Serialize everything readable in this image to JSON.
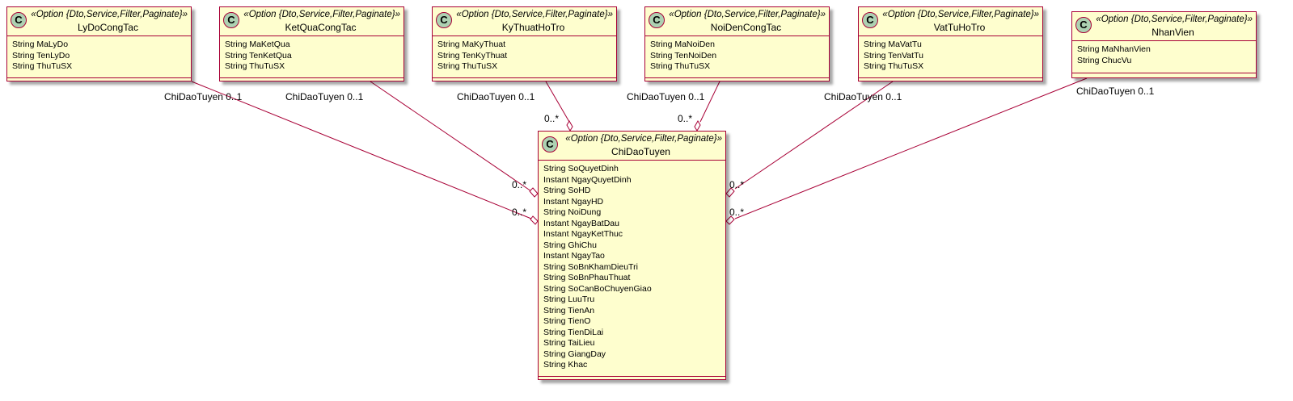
{
  "stereotype_text": "«Option {Dto,Service,Filter,Paginate}»",
  "class_icon_letter": "C",
  "colors": {
    "class_fill": "#FEFECE",
    "border": "#A80036",
    "icon_fill": "#ADD1B2"
  },
  "classes": {
    "lydo": {
      "name": "LyDoCongTac",
      "fields": [
        "String MaLyDo",
        "String TenLyDo",
        "String ThuTuSX"
      ]
    },
    "ketqua": {
      "name": "KetQuaCongTac",
      "fields": [
        "String MaKetQua",
        "String TenKetQua",
        "String ThuTuSX"
      ]
    },
    "kythuat": {
      "name": "KyThuatHoTro",
      "fields": [
        "String MaKyThuat",
        "String TenKyThuat",
        "String ThuTuSX"
      ]
    },
    "noiden": {
      "name": "NoiDenCongTac",
      "fields": [
        "String MaNoiDen",
        "String TenNoiDen",
        "String ThuTuSX"
      ]
    },
    "vattu": {
      "name": "VatTuHoTro",
      "fields": [
        "String MaVatTu",
        "String TenVatTu",
        "String ThuTuSX"
      ]
    },
    "nhanvien": {
      "name": "NhanVien",
      "fields": [
        "String MaNhanVien",
        "String ChucVu"
      ]
    },
    "chidao": {
      "name": "ChiDaoTuyen",
      "fields": [
        "String SoQuyetDinh",
        "Instant NgayQuyetDinh",
        "String SoHD",
        "Instant NgayHD",
        "String NoiDung",
        "Instant NgayBatDau",
        "Instant NgayKetThuc",
        "String GhiChu",
        "Instant NgayTao",
        "String SoBnKhamDieuTri",
        "String SoBnPhauThuat",
        "String SoCanBoChuyenGiao",
        "String LuuTru",
        "String TienAn",
        "String TienO",
        "String TienDiLai",
        "String TaiLieu",
        "String GiangDay",
        "String Khac"
      ]
    }
  },
  "edge_labels": {
    "source_label": "ChiDaoTuyen 0..1",
    "target_label": "0..*"
  }
}
